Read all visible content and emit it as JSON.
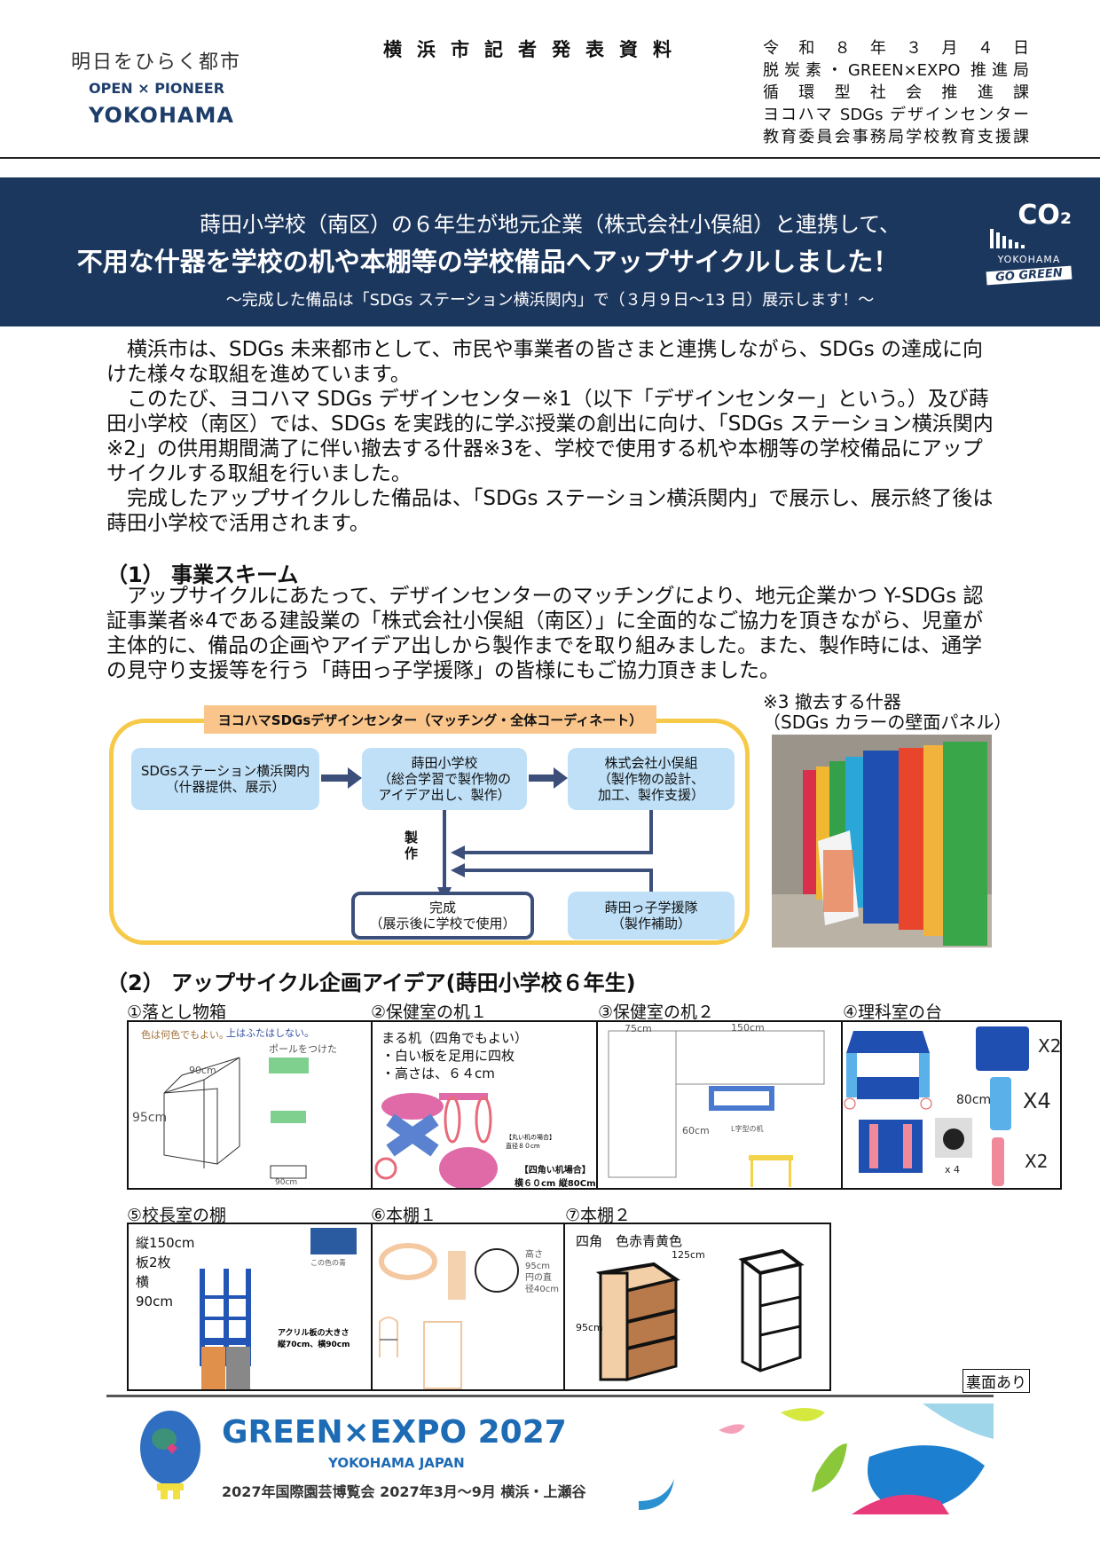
{
  "logo": {
    "tagline": "明日をひらく都市",
    "line1": "OPEN × PIONEER",
    "line2": "YOKOHAMA"
  },
  "header": {
    "title": "横浜市記者発表資料",
    "date": "令和８年３月４日",
    "departments": [
      "脱炭素・GREEN×EXPO 推進局",
      "循環型社会推進課",
      "ヨコハマ SDGs デザインセンター",
      "教育委員会事務局学校教育支援課"
    ]
  },
  "banner": {
    "line1": "蒔田小学校（南区）の６年生が地元企業（株式会社小俣組）と連携して、",
    "line2": "不用な什器を学校の机や本棚等の学校備品へアップサイクルしました！",
    "line3": "～完成した備品は「SDGs ステーション横浜関内」で（３月９日～13 日）展示します！～",
    "badge": {
      "co2": "CO₂",
      "city": "YOKOHAMA",
      "slogan": "GO GREEN"
    }
  },
  "intro": [
    "横浜市は、SDGs 未来都市として、市民や事業者の皆さまと連携しながら、SDGs の達成に向けた様々な取組を進めています。",
    "このたび、ヨコハマ SDGs デザインセンター※1（以下「デザインセンター」という。）及び蒔田小学校（南区）では、SDGs を実践的に学ぶ授業の創出に向け、「SDGs ステーション横浜関内※2」の供用期間満了に伴い撤去する什器※3を、学校で使用する机や本棚等の学校備品にアップサイクルする取組を行いました。",
    "完成したアップサイクルした備品は、「SDGs ステーション横浜関内」で展示し、展示終了後は蒔田小学校で活用されます。"
  ],
  "section1": {
    "heading": "（1） 事業スキーム",
    "text": "アップサイクルにあたって、デザインセンターのマッチングにより、地元企業かつ Y-SDGs 認証事業者※4である建設業の「株式会社小俣組（南区）」に全面的なご協力を頂きながら、児童が主体的に、備品の企画やアイデア出しから製作までを取り組みました。また、製作時には、通学の見守り支援等を行う「蒔田っ子学援隊」の皆様にもご協力頂きました。"
  },
  "diagram": {
    "top": "ヨコハマSDGsデザインセンター（マッチング・全体コーディネート）",
    "station": [
      "SDGsステーション横浜関内",
      "（什器提供、展示）"
    ],
    "school": [
      "蒔田小学校",
      "（総合学習で製作物の",
      "アイデア出し、製作）"
    ],
    "company": [
      "株式会社小俣組",
      "（製作物の設計、",
      "加工、製作支援）"
    ],
    "make": "製作",
    "done": [
      "完成",
      "（展示後に学校で使用）"
    ],
    "support": [
      "蒔田っ子学援隊",
      "（製作補助）"
    ]
  },
  "photo": {
    "caption1": "※3 撤去する什器",
    "caption2": "（SDGs カラーの壁面パネル）"
  },
  "section2": {
    "heading": "（2） アップサイクル企画アイデア(蒔田小学校６年生)",
    "items": [
      {
        "label": "①落とし物箱",
        "notes": [
          "色は何色でもよい。",
          "上はふたはしない。",
          "ポールをつけた",
          "90cm",
          "95cm",
          "90cm"
        ]
      },
      {
        "label": "②保健室の机１",
        "notes": [
          "まる机（四角でもよい）",
          "・白い板を足用に四枚",
          "・高さは、６４cm",
          "【丸い机の場合】",
          "直径８０cm",
          "【四角い机場合】",
          "横６０cm 縦80Cm"
        ]
      },
      {
        "label": "③保健室の机２",
        "notes": [
          "75cm",
          "150cm",
          "60cm",
          "L字型の机"
        ]
      },
      {
        "label": "④理科室の台",
        "notes": [
          "X2",
          "X4",
          "X2",
          "x 4",
          "80cm"
        ]
      },
      {
        "label": "⑤校長室の棚",
        "notes": [
          "縦150cm",
          "板2枚",
          "横",
          "90cm",
          "アクリル板の大きさ",
          "縦70cm、横90cm",
          "この色の青"
        ]
      },
      {
        "label": "⑥本棚１",
        "notes": [
          "高さ",
          "95cm",
          "円の直",
          "径40cm"
        ]
      },
      {
        "label": "⑦本棚２",
        "notes": [
          "四角　色赤青黄色",
          "125cm",
          "95cm"
        ]
      }
    ]
  },
  "back_note": "裏面あり",
  "expo": {
    "title": "GREEN×EXPO 2027",
    "sub": "YOKOHAMA JAPAN",
    "desc": "2027年国際園芸博覧会 2027年3月～9月 横浜・上瀬谷"
  },
  "colors": {
    "banner": "#1c375e",
    "diagram_box": "#bfe0f7",
    "diagram_frame": "#f7c948",
    "arrow": "#3b4f7a"
  }
}
